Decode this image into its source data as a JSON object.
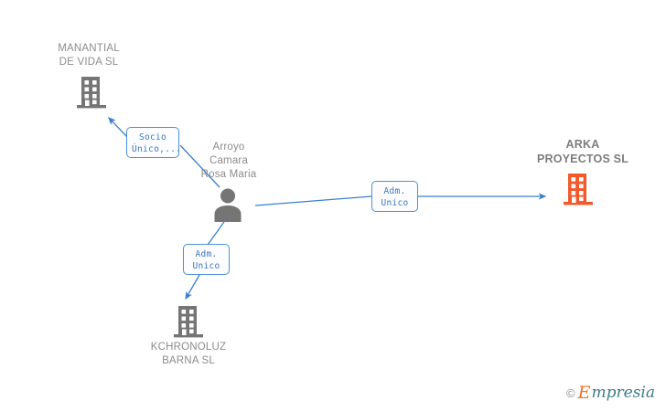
{
  "diagram": {
    "type": "corporate-relationship-graph",
    "background": "#ffffff",
    "colors": {
      "node_gray": "#757575",
      "node_focus_orange": "#f4592c",
      "edge_blue": "#3c7fcf",
      "label_gray": "#8c8c8c",
      "box_border": "#4b90d8",
      "box_text": "#3a78c2"
    },
    "nodes": [
      {
        "id": "manantial",
        "label": "MANANTIAL\nDE VIDA SL",
        "icon": "building-icon",
        "color": "#757575",
        "focus": false
      },
      {
        "id": "person",
        "label": "Arroyo\nCamara\nRosa Maria",
        "icon": "person-icon",
        "color": "#757575",
        "focus": false
      },
      {
        "id": "arka",
        "label": "ARKA\nPROYECTOS SL",
        "icon": "building-icon",
        "color": "#f4592c",
        "focus": true
      },
      {
        "id": "kchronoluz",
        "label": "KCHRONOLUZ\nBARNA SL",
        "icon": "building-icon",
        "color": "#757575",
        "focus": false
      }
    ],
    "edges": [
      {
        "id": "edge-person-manantial",
        "from": "person",
        "to": "manantial",
        "label": "Socio\nÚnico,..."
      },
      {
        "id": "edge-person-arka",
        "from": "person",
        "to": "arka",
        "label": "Adm.\nUnico"
      },
      {
        "id": "edge-person-kchronoluz",
        "from": "person",
        "to": "kchronoluz",
        "label": "Adm.\nUnico"
      }
    ]
  },
  "watermark": {
    "copyright": "©",
    "brand_initial": "E",
    "brand_rest": "mpresia"
  }
}
